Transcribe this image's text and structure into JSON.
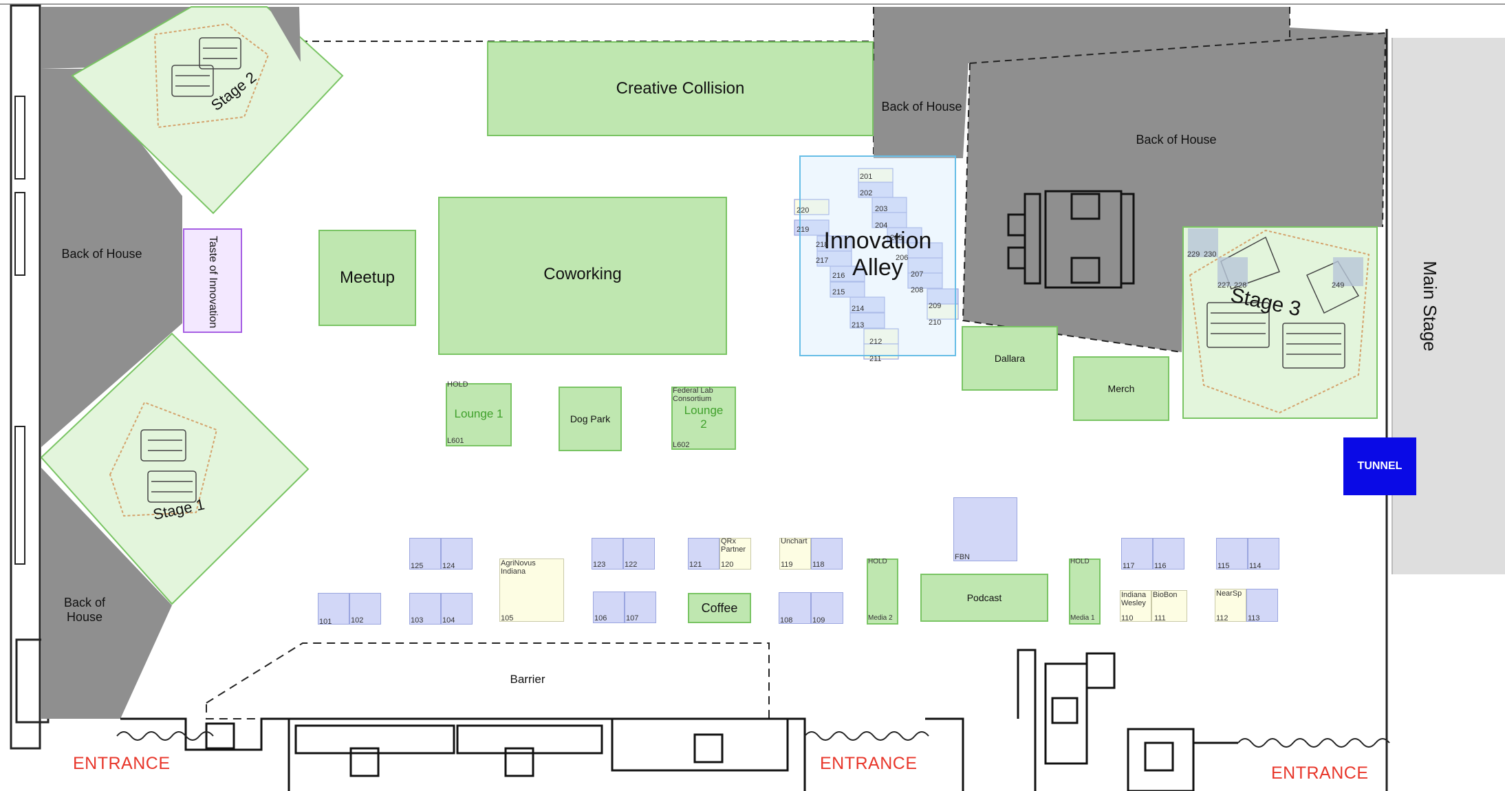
{
  "map": {
    "areas": {
      "creative_collision": "Creative Collision",
      "coworking": "Coworking",
      "meetup": "Meetup",
      "taste_of_innovation": "Taste of Innovation",
      "back_of_house": "Back of House",
      "back_of_house_split": "Back of\nHouse",
      "innovation_alley": "Innovation\nAlley",
      "stage_1": "Stage 1",
      "stage_2": "Stage 2",
      "stage_3": "Stage 3",
      "main_stage": "Main Stage",
      "tunnel": "TUNNEL",
      "dallara": "Dallara",
      "merch": "Merch",
      "dog_park": "Dog Park",
      "lounge_1": "Lounge 1",
      "lounge_2": "Lounge 2",
      "hold": "HOLD",
      "l601": "L601",
      "l602": "L602",
      "federal_lab": "Federal Lab Consortium",
      "coffee": "Coffee",
      "podcast": "Podcast",
      "fbn": "FBN",
      "barrier": "Barrier",
      "media_1": "Media 1",
      "media_2": "Media 2",
      "entrance": "ENTRANCE"
    },
    "booths": {
      "b101": "101",
      "b102": "102",
      "b103": "103",
      "b104": "104",
      "b105": "105",
      "b106": "106",
      "b107": "107",
      "b108": "108",
      "b109": "109",
      "b110": "110",
      "b111": "111",
      "b112": "112",
      "b113": "113",
      "b114": "114",
      "b115": "115",
      "b116": "116",
      "b117": "117",
      "b118": "118",
      "b119": "119",
      "b120": "120",
      "b121": "121",
      "b122": "122",
      "b123": "123",
      "b124": "124",
      "b125": "125",
      "agrinovus": "AgriNovus Indiana",
      "qrx": "QRx Partner",
      "unchart": "Unchart",
      "indiana_wesley": "Indiana Wesley",
      "biobon": "BioBon",
      "nearsp": "NearSp"
    },
    "alley_booths": [
      "201",
      "202",
      "203",
      "204",
      "205",
      "206",
      "207",
      "208",
      "209",
      "210",
      "211",
      "212",
      "213",
      "214",
      "215",
      "216",
      "217",
      "218",
      "219",
      "220"
    ],
    "stage3_booths": [
      "229",
      "230",
      "227",
      "228",
      "249"
    ]
  }
}
